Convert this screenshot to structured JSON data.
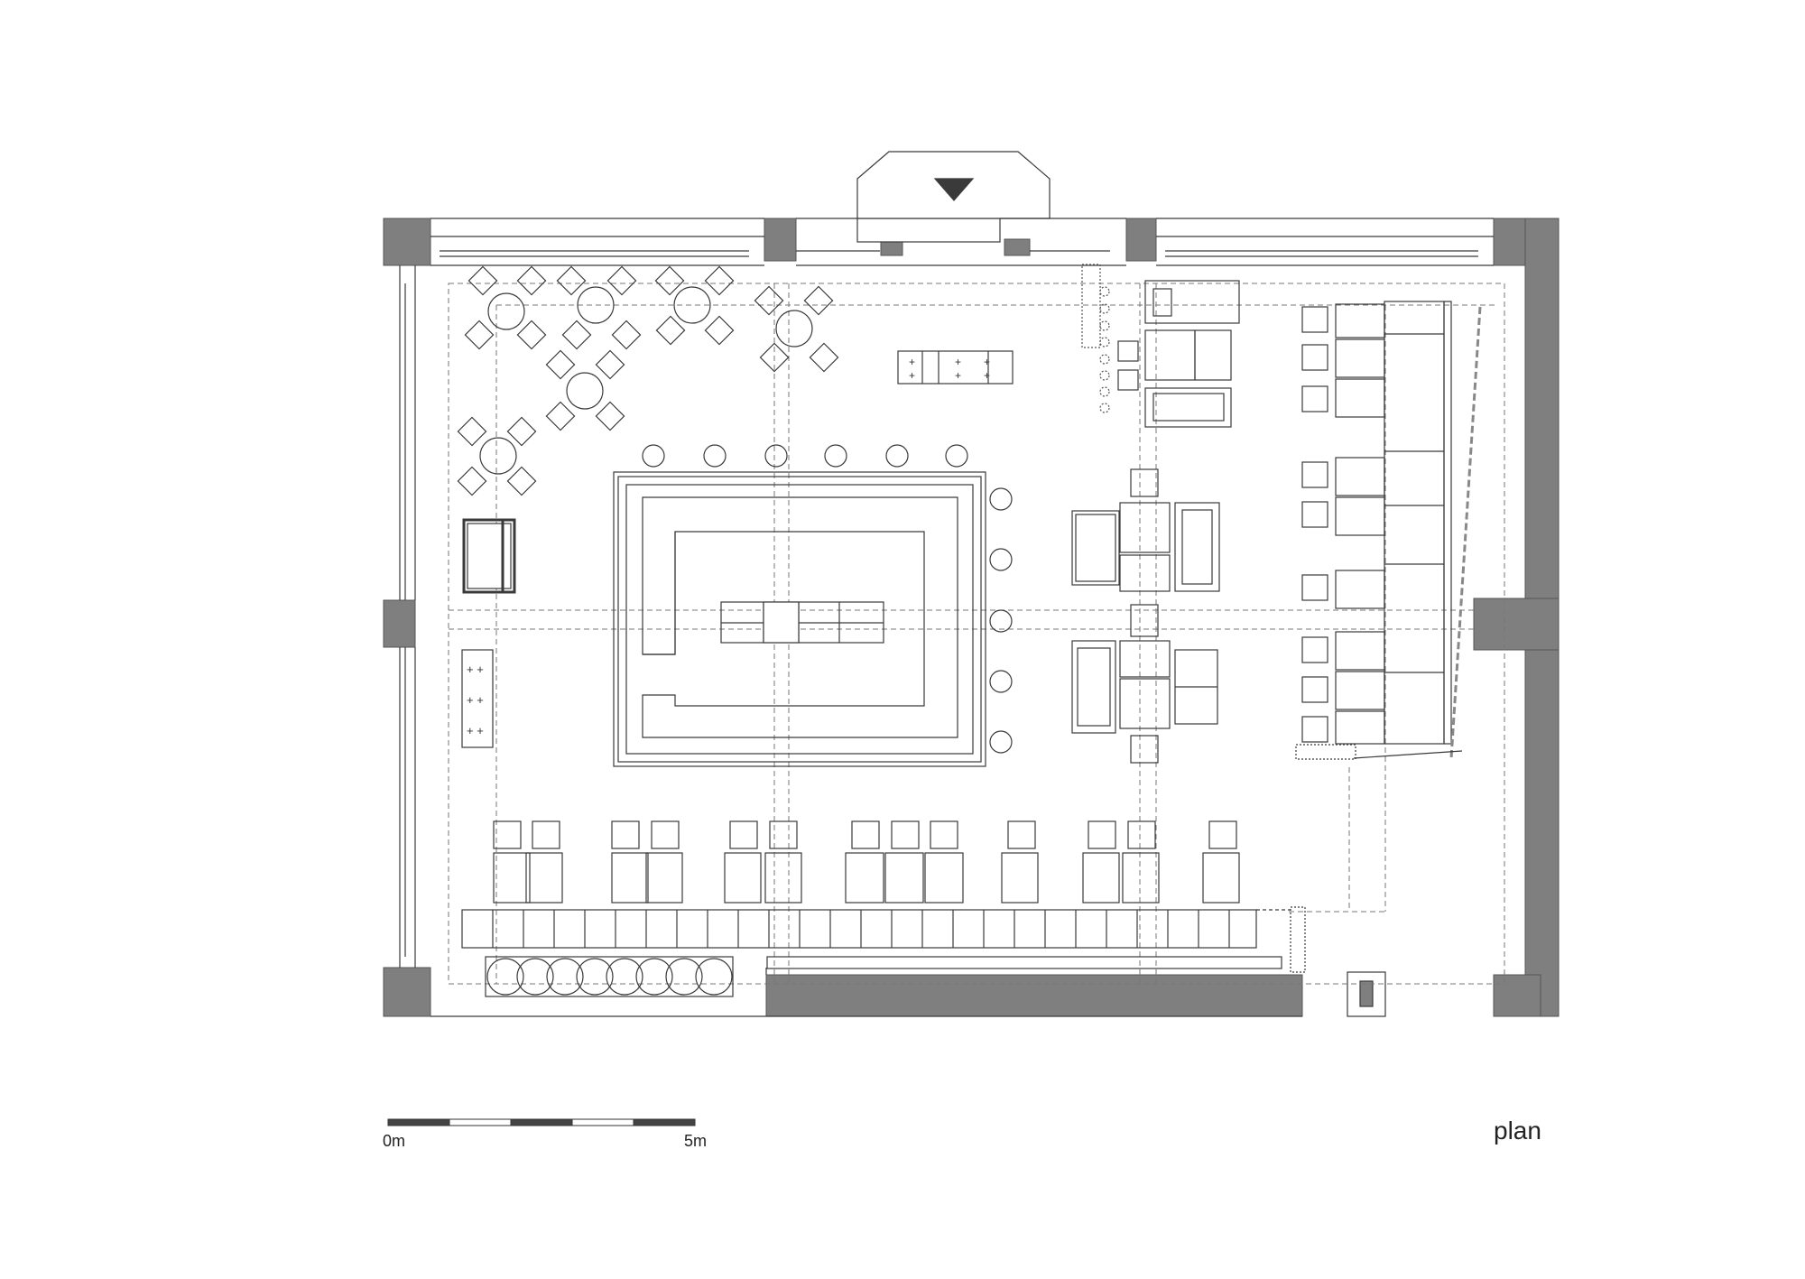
{
  "drawing": {
    "title": "plan",
    "scale_start_label": "0m",
    "scale_end_label": "5m"
  },
  "colors": {
    "wall": "#7f7f7f",
    "line": "#3a3a3a",
    "grid": "#777777",
    "arrow": "#3a3a3a"
  },
  "icons": {
    "entrance": "entrance-arrow-icon"
  }
}
